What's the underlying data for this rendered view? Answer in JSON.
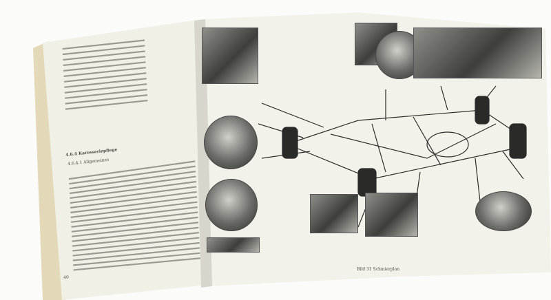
{
  "left_page": {
    "section_number": "4.6.4",
    "section_title": "Karosseriepflege",
    "subsection_number": "4.6.4.1",
    "subsection_title": "Allgemeines",
    "page_number": "40"
  },
  "right_page": {
    "caption": "Bild 31 Schmierplan"
  },
  "colors": {
    "paper": "#f1f0e6",
    "page_edge": "#e3d9b8",
    "background": "#fbfbfa",
    "diagram_lines": "#2a2a28"
  }
}
